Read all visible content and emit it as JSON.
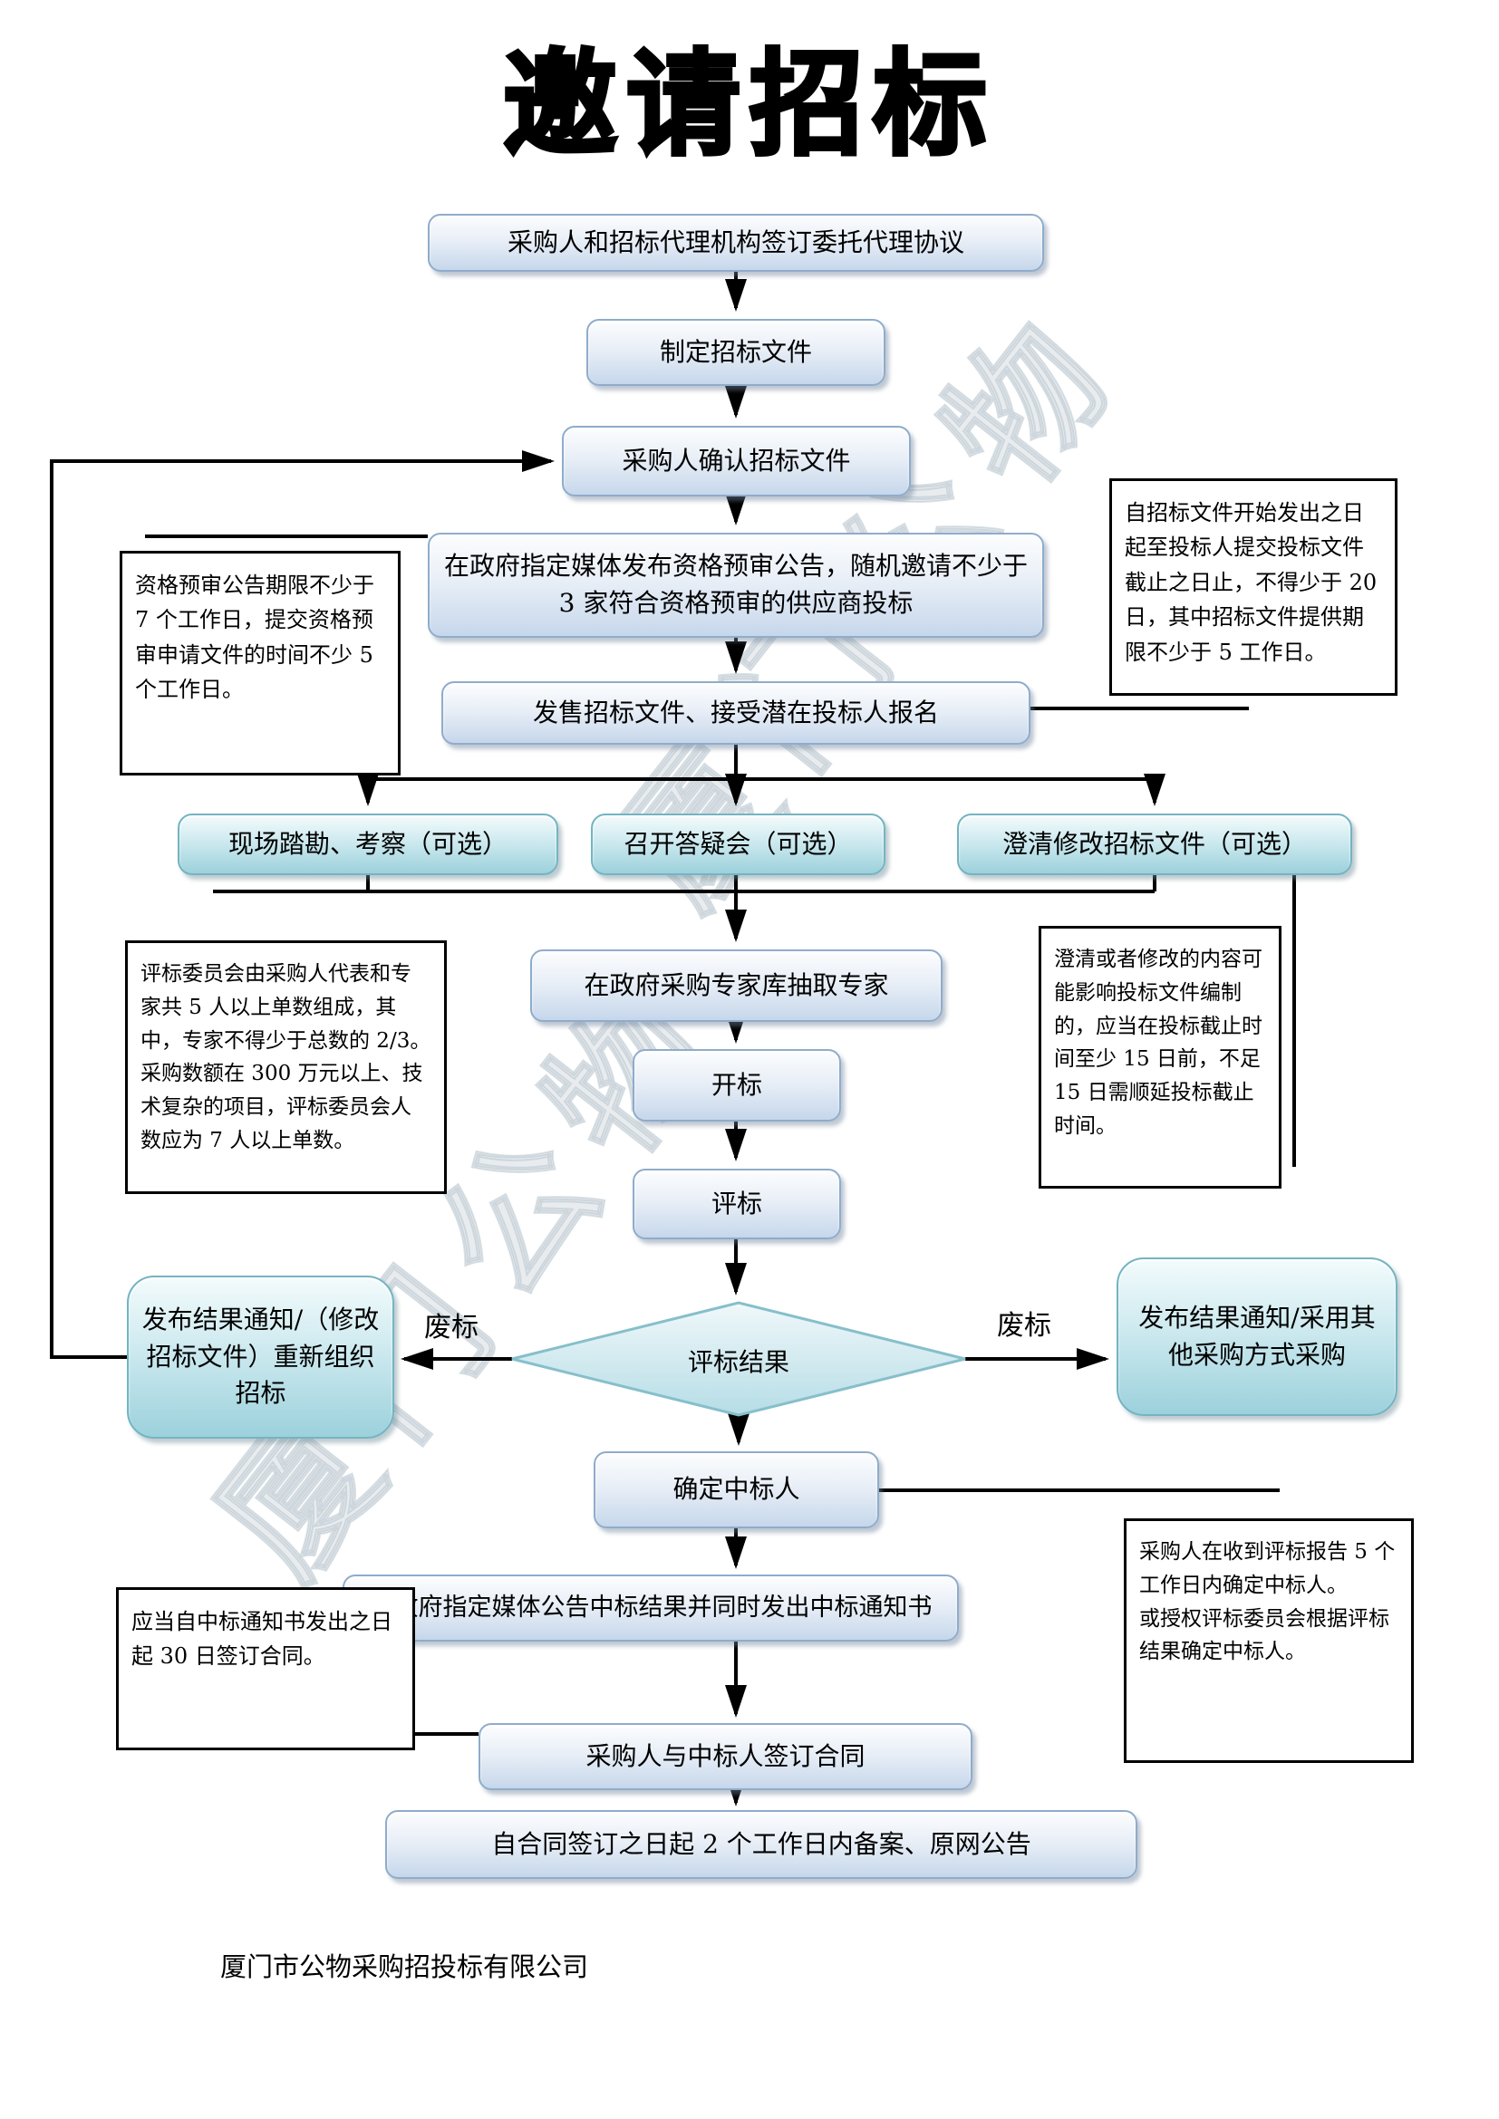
{
  "page": {
    "title": "邀请招标",
    "footer": "厦门市公物采购招投标有限公司",
    "watermark": "厦门公物"
  },
  "steps": {
    "b1": "采购人和招标代理机构签订委托代理协议",
    "b2": "制定招标文件",
    "b3": "采购人确认招标文件",
    "b4": "在政府指定媒体发布资格预审公告，随机邀请不少于 3 家符合资格预审的供应商投标",
    "b5": "发售招标文件、接受潜在投标人报名",
    "c1": "现场踏勘、考察（可选）",
    "c2": "召开答疑会（可选）",
    "c3": "澄清修改招标文件（可选）",
    "b6": "在政府采购专家库抽取专家",
    "b7": "开标",
    "b8": "评标",
    "decision": "评标结果",
    "result_left": "发布结果通知/（修改招标文件）重新组织招标",
    "result_right": "发布结果通知/采用其他采购方式采购",
    "b9": "确定中标人",
    "b10": "在政府指定媒体公告中标结果并同时发出中标通知书",
    "b11": "采购人与中标人签订合同",
    "b12": "自合同签订之日起 2 个工作日内备案、原网公告"
  },
  "notes": {
    "n1": "资格预审公告期限不少于 7 个工作日，提交资格预审申请文件的时间不少 5 个工作日。",
    "n2": "自招标文件开始发出之日起至投标人提交投标文件截止之日止，不得少于 20 日，其中招标文件提供期限不少于 5 工作日。",
    "n3": "评标委员会由采购人代表和专家共 5 人以上单数组成，其中，专家不得少于总数的 2/3。采购数额在 300 万元以上、技术复杂的项目，评标委员会人数应为 7 人以上单数。",
    "n4": "澄清或者修改的内容可能影响投标文件编制的，应当在投标截止时间至少 15 日前，不足 15 日需顺延投标截止时间。",
    "n5": "采购人在收到评标报告 5 个工作日内确定中标人。\n或授权评标委员会根据评标结果确定中标人。",
    "n6": "应当自中标通知书发出之日起 30 日签订合同。"
  },
  "edge_labels": {
    "fail_left": "废标",
    "fail_right": "废标"
  },
  "colors": {
    "box_blue_border": "#8faccb",
    "box_blue_fill": "#c6d7eb",
    "box_teal_border": "#74b4c2",
    "box_teal_fill": "#9cd1dc",
    "note_border": "#000000",
    "arrow": "#000000",
    "watermark": "#b2c1c9"
  }
}
